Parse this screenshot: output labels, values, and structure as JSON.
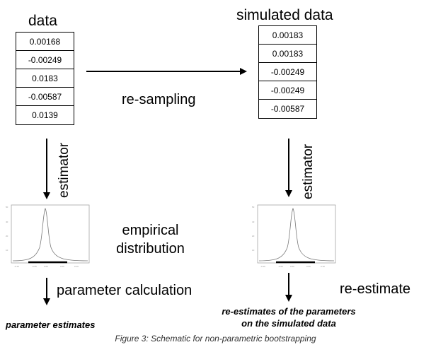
{
  "left": {
    "title": "data",
    "values": [
      "0.00168",
      "-0.00249",
      "0.0183",
      "-0.00587",
      "0.0139"
    ],
    "arrow_label": "estimator",
    "distribution_label": [
      "empirical",
      "distribution"
    ],
    "calc_label": "parameter calculation",
    "result_label": "parameter estimates"
  },
  "middle": {
    "arrow_label": "re-sampling"
  },
  "right": {
    "title": "simulated data",
    "values": [
      "0.00183",
      "0.00183",
      "-0.00249",
      "-0.00249",
      "-0.00587"
    ],
    "arrow_label": "estimator",
    "calc_label": "re-estimate",
    "result_label": [
      "re-estimates of the parameters",
      "on the simulated data"
    ]
  },
  "caption": "Figure 3: Schematic for non-parametric bootstrapping"
}
